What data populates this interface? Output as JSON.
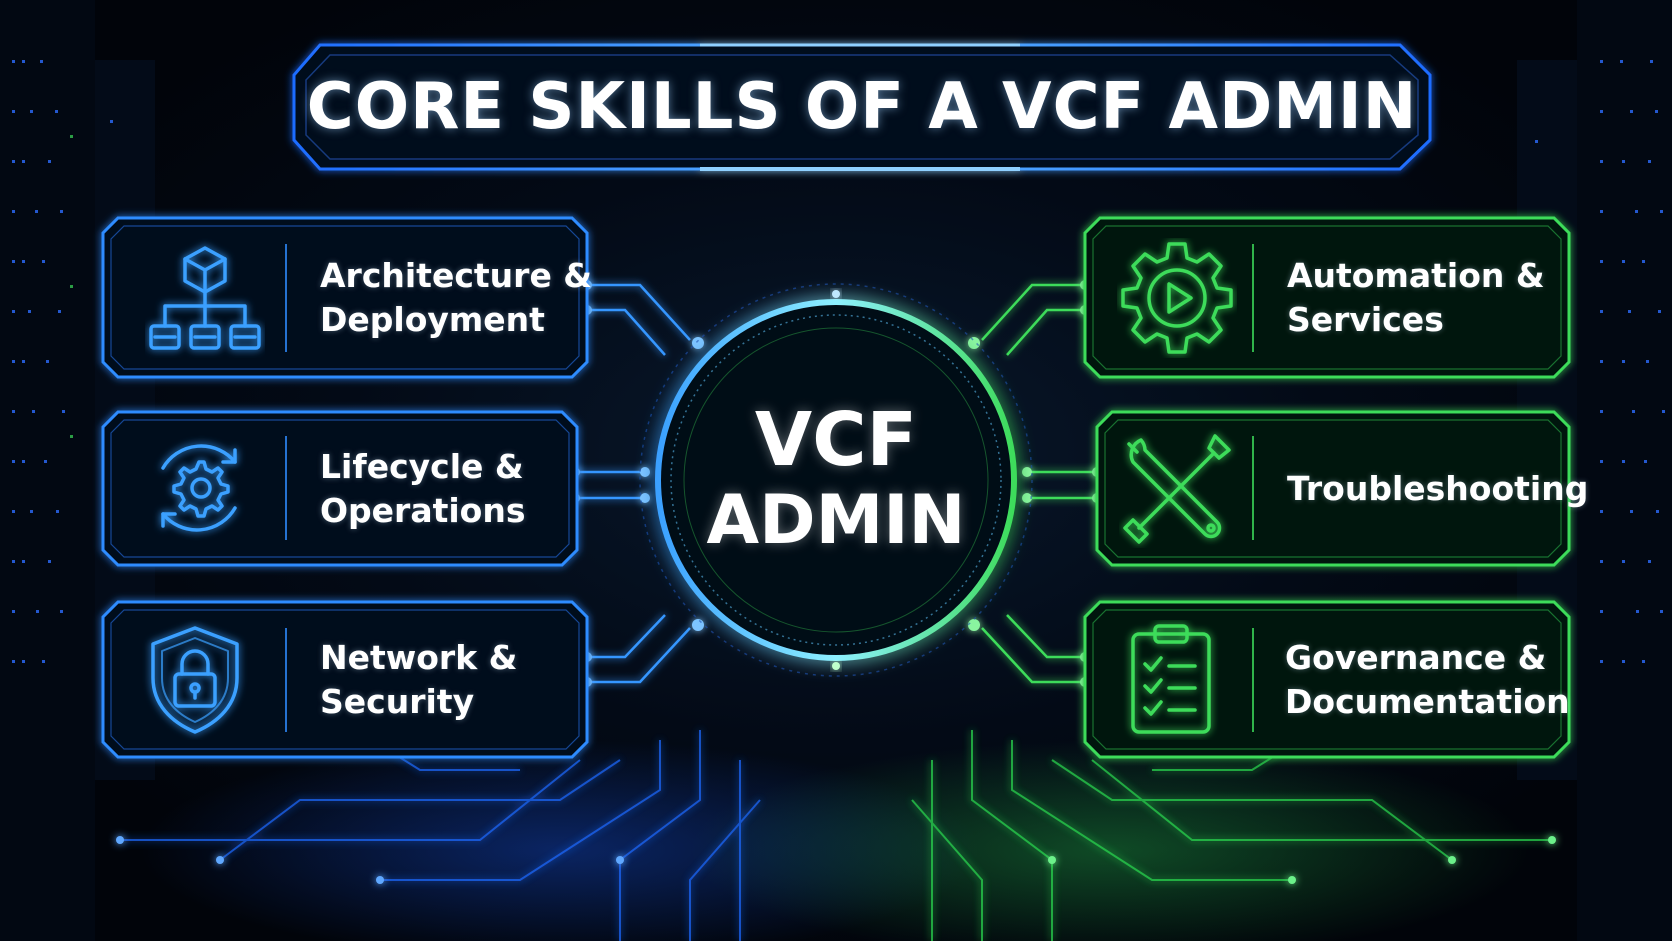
{
  "title": "CORE SKILLS OF A VCF ADMIN",
  "hub": {
    "line1": "VCF",
    "line2": "ADMIN"
  },
  "colors": {
    "blue_accent": "#2f8cff",
    "green_accent": "#3ddc5a",
    "background": "#01040a"
  },
  "skills_left": [
    {
      "line1": "Architecture &",
      "line2": "Deployment",
      "icon": "architecture-hierarchy-icon"
    },
    {
      "line1": "Lifecycle &",
      "line2": "Operations",
      "icon": "lifecycle-gear-icon"
    },
    {
      "line1": "Network &",
      "line2": "Security",
      "icon": "shield-lock-icon"
    }
  ],
  "skills_right": [
    {
      "line1": "Automation &",
      "line2": "Services",
      "icon": "automation-gear-play-icon"
    },
    {
      "line1": "Troubleshooting",
      "line2": "",
      "icon": "tools-icon"
    },
    {
      "line1": "Governance &",
      "line2": "Documentation",
      "icon": "clipboard-checklist-icon"
    }
  ]
}
